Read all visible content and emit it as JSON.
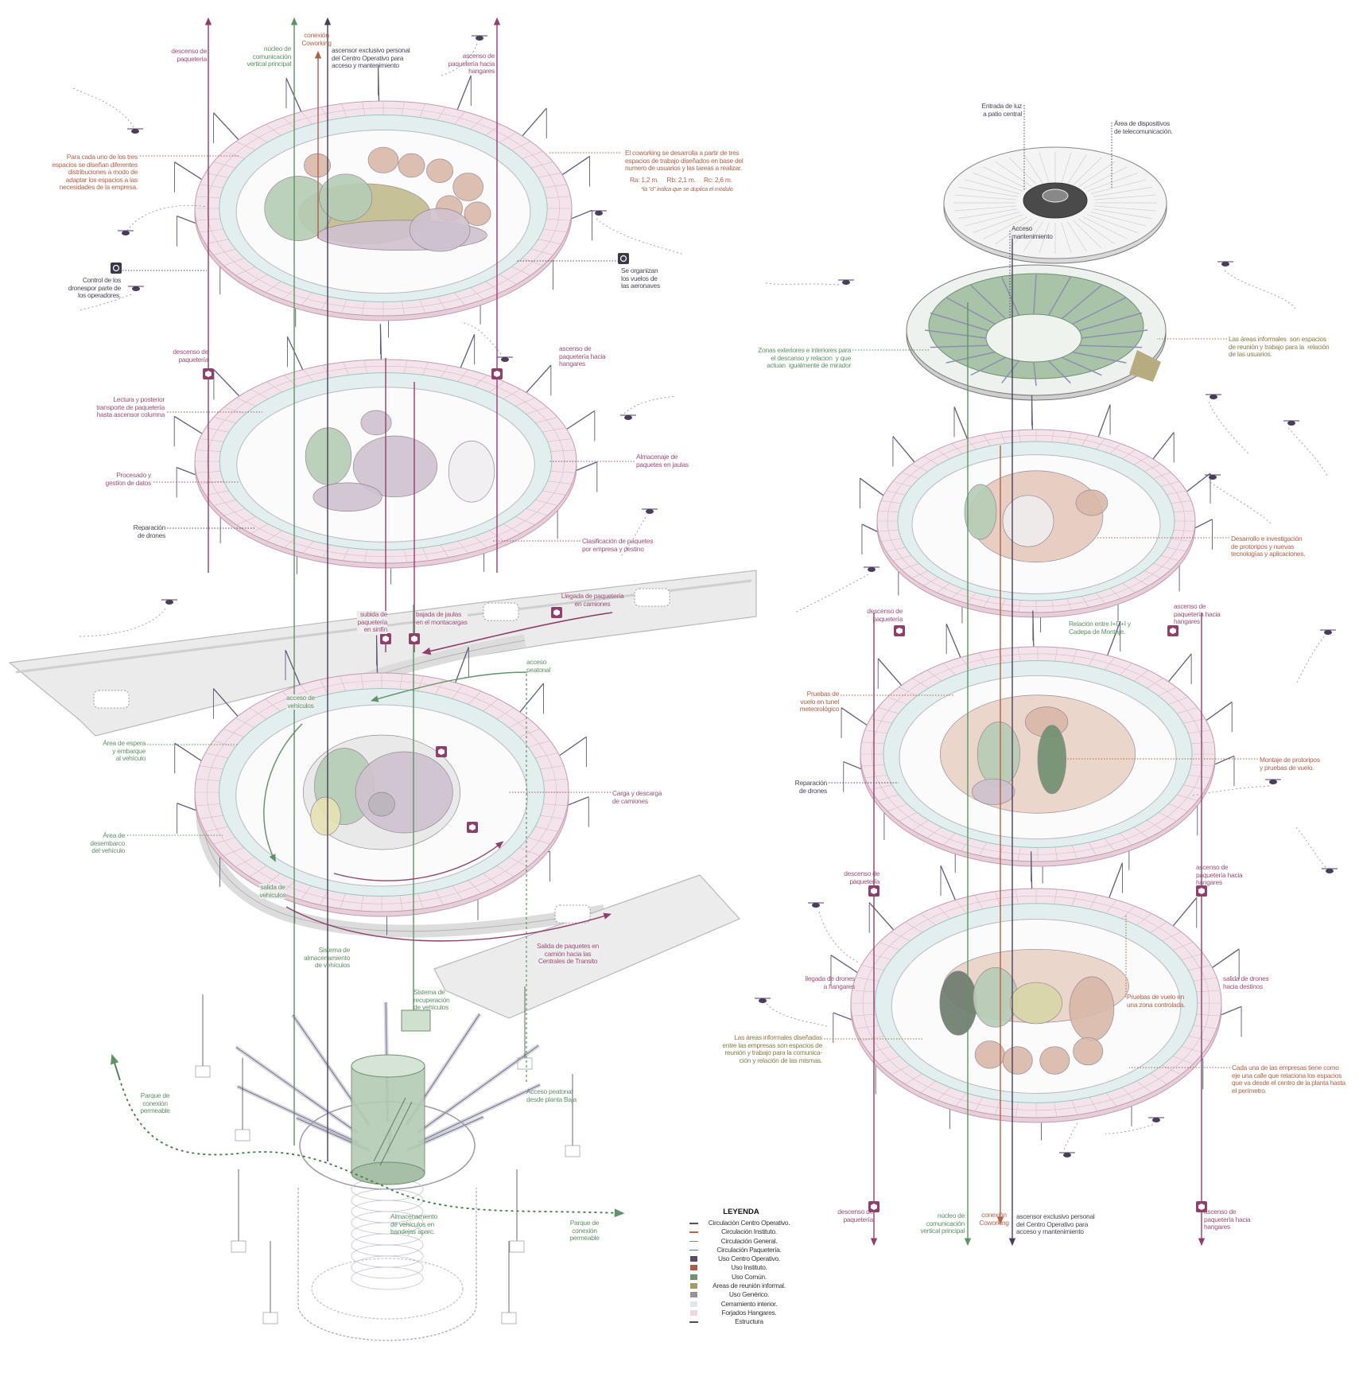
{
  "annotations": [
    {
      "text": "descenso de\npaquetería"
    },
    {
      "text": "núcleo de\ncomunicación\nvertical principal"
    },
    {
      "text": "conexión\nCoworking"
    },
    {
      "text": "ascensor exclusivo personal\ndel Centro Operativo para\nacceso y mantenimiento"
    },
    {
      "text": "ascenso de\npaquetería hacia\nhangares"
    },
    {
      "text": "Para cada uno de los tres\nespacios se diseñan diferentes\ndistribuciones a modo de\nadaptar los espacios a las\nnecesidades de la empresa."
    },
    {
      "text": "El coworking se desarrolla a partir de tres\nespacios de trabajo diseñados en base del\nnumero de usuarios y las tareas a realizar."
    },
    {
      "text": "Ra: 1,2 m.     Rb: 2,1 m.     Rc: 2,6 m."
    },
    {
      "text": "*la \"d\" indica que se duplica el módulo"
    },
    {
      "text": "Control de los\ndronespor parte de\nlos operadores."
    },
    {
      "text": "Se organizan\nlos vuelos de\nlas aeronaves"
    },
    {
      "text": "descenso de\npaquetería"
    },
    {
      "text": "ascenso de\npaquetería hacia\nhangares"
    },
    {
      "text": "Lectura y posterior\ntransporte de paquetería\nhasta ascensor columna"
    },
    {
      "text": "Almacenaje de\npaquetes en jaulas"
    },
    {
      "text": "Procesado y\ngestion de datos"
    },
    {
      "text": "Reparación\nde drones"
    },
    {
      "text": "Clasificación de paquetes\npor empresa y destino"
    },
    {
      "text": "Llegada de paquetería\nen camiones"
    },
    {
      "text": "subida de\npaquetería\nen sinfín"
    },
    {
      "text": "bajada de jaulas\nen el montacargas"
    },
    {
      "text": "acceso\npeatonal"
    },
    {
      "text": "acceso de\nvehículos"
    },
    {
      "text": "Área de espera\ny embarque\nal vehículo"
    },
    {
      "text": "Carga y descarga\nde camiones"
    },
    {
      "text": "Área de\ndesembarco\ndel vehículo"
    },
    {
      "text": "salida de\nvehículos"
    },
    {
      "text": "Sistema de\nalmacenamiento\nde vehículos"
    },
    {
      "text": "Salida de paquetes en\ncamión hacia las\nCentrales de Transito"
    },
    {
      "text": "Sistema de\nrecuperación\nde vehículos"
    },
    {
      "text": "Parque de\nconexión\npermeable"
    },
    {
      "text": "Acceso peatonal\ndesde planta Baja"
    },
    {
      "text": "Almacenamiento\nde vehículos en\nbandejas aparc."
    },
    {
      "text": "Parque de\nconexión\npermeable"
    },
    {
      "text": "Entrada de luz\na patio central"
    },
    {
      "text": "Área de dispositivos\nde telecomunicación."
    },
    {
      "text": "Acceso\nmantenimiento"
    },
    {
      "text": "Zonas exteriores e interiores para\nel descanso y relacion  y que\nactuan  igualmente de mirador"
    },
    {
      "text": "Las áreas informales  son espacios\nde reunión y trabajo para la  relación\nde las usuarios."
    },
    {
      "text": "Desarrollo e investigación\nde protoripos y nuevas\ntecnologías y aplicaciones."
    },
    {
      "text": "descenso de\npaquetería"
    },
    {
      "text": "ascenso de\npaquetería hacia\nhangares"
    },
    {
      "text": "Relación entre I+D+I y\nCadepa de Montaje."
    },
    {
      "text": "Pruebas de\nvuelo en tunel\nmeteorológico"
    },
    {
      "text": "Montaje de protoripos\ny pruebas de vuelo."
    },
    {
      "text": "Reparación\nde drones"
    },
    {
      "text": "descenso de\npaquetería"
    },
    {
      "text": "ascenso de\npaquetería hacia\nhangares"
    },
    {
      "text": "llegada de drones\na hangares"
    },
    {
      "text": "salida de drones\nhacia destinos"
    },
    {
      "text": "Pruebas de vuelo en\nuna zona controlada."
    },
    {
      "text": "Las áreas informales diseñadas\nentre las empresas son espacios de\nreunión y trabajo para la comunica-\nción y relación de las mismas."
    },
    {
      "text": "Cada una de las empresas tiene como\neje una calle que relaciona los espacios\nque va desde el centro de la planta hasta\nel perímetro."
    },
    {
      "text": "descenso de\npaquetería"
    },
    {
      "text": "núcleo de\ncomunicación\nvertical principal"
    },
    {
      "text": "conexión\nCoworking"
    },
    {
      "text": "ascensor exclusivo personal\ndel Centro Operativo para\nacceso y mantenimiento"
    },
    {
      "text": "ascenso de\npaquetería hacia\nhangares"
    }
  ],
  "legend": {
    "title": "LEYENDA",
    "items": [
      {
        "label": "Circulación Centro Operativo.",
        "kind": "line",
        "color": "#5b4a6e"
      },
      {
        "label": "Circulación Instituto.",
        "kind": "line",
        "color": "#b5654e"
      },
      {
        "label": "Circulación General.",
        "kind": "line",
        "color": "#6e9a72"
      },
      {
        "label": "Circulación Paquetería.",
        "kind": "line",
        "color": "#9a5a80"
      },
      {
        "label": "Uso Centro Operativo.",
        "kind": "box",
        "color": "#5a4a68"
      },
      {
        "label": "Uso Instituto.",
        "kind": "box",
        "color": "#a9604a"
      },
      {
        "label": "Uso Común.",
        "kind": "box",
        "color": "#6f9373"
      },
      {
        "label": "Areas de reunión informal.",
        "kind": "box",
        "color": "#a69a6a"
      },
      {
        "label": "Uso Genérico.",
        "kind": "box",
        "color": "#9a9096"
      },
      {
        "label": "Cerramiento interior.",
        "kind": "box",
        "color": "#dfe9e9"
      },
      {
        "label": "Forjados Hangares.",
        "kind": "box",
        "color": "#ecd7e0"
      },
      {
        "label": "Estructura",
        "kind": "line",
        "color": "#4d4d6b"
      }
    ]
  },
  "colors": {
    "paqueteria": "#8e3f6b",
    "general": "#5f9265",
    "instituto": "#b0614a",
    "centro_operativo": "#4a3d5c",
    "forjado": "#f2e4ea",
    "glass": "#e2efee"
  }
}
